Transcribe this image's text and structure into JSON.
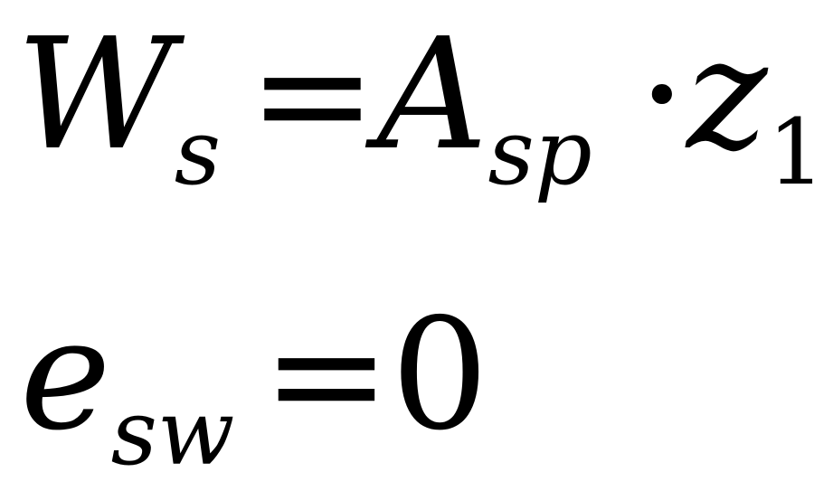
{
  "equations": [
    {
      "lhs_var": "W",
      "lhs_sub": "s",
      "op": "=",
      "rhs_var": "A",
      "rhs_sub": "sp",
      "dot": "·",
      "rhs_var2": "z",
      "rhs_sub2": "1"
    },
    {
      "lhs_var": "e",
      "lhs_sub": "sw",
      "op": "=",
      "rhs_value": "0"
    }
  ]
}
